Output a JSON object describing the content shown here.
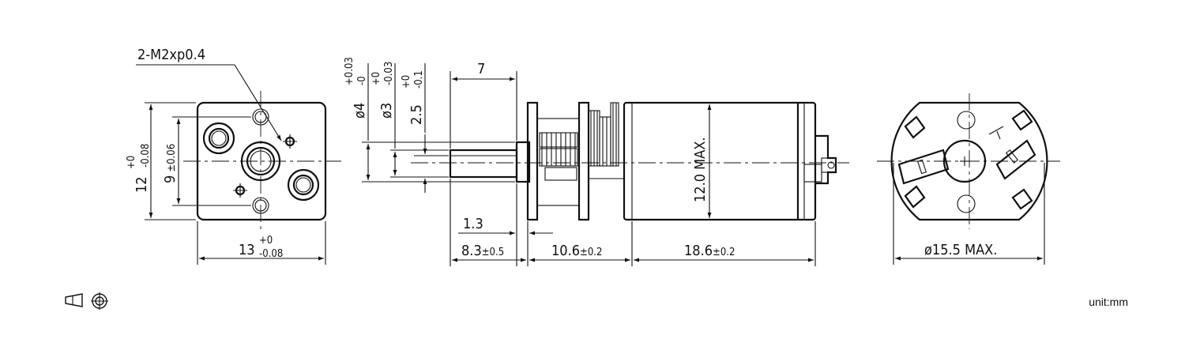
{
  "front_view": {
    "thread_callout": "2-M2xp0.4",
    "height_nominal": "12",
    "height_tol_upper": "+0",
    "height_tol_lower": "-0.08",
    "hole_spacing_nominal": "9",
    "hole_spacing_tol": "±0.06",
    "width_nominal": "13",
    "width_tol_upper": "+0",
    "width_tol_lower": "-0.08"
  },
  "side_view": {
    "dia_4_nominal": "ø4",
    "dia_4_tol_upper": "+0.03",
    "dia_4_tol_lower": "-0",
    "dia_3_nominal": "ø3",
    "dia_3_tol_upper": "+0",
    "dia_3_tol_lower": "-0.03",
    "flat_nominal": "2.5",
    "flat_tol_upper": "+0",
    "flat_tol_lower": "-0.1",
    "shaft_length": "7",
    "shoulder": "1.3",
    "shaft_total_nominal": "8.3",
    "shaft_total_tol": "±0.5",
    "gearbox_nominal": "10.6",
    "gearbox_tol": "±0.2",
    "motor_nominal": "18.6",
    "motor_tol": "±0.2",
    "motor_height": "12.0 MAX."
  },
  "end_view": {
    "diameter_label": "ø15.5 MAX."
  },
  "footer": {
    "unit_label": "unit:mm",
    "projection_symbol": "third-angle-projection-icon"
  }
}
